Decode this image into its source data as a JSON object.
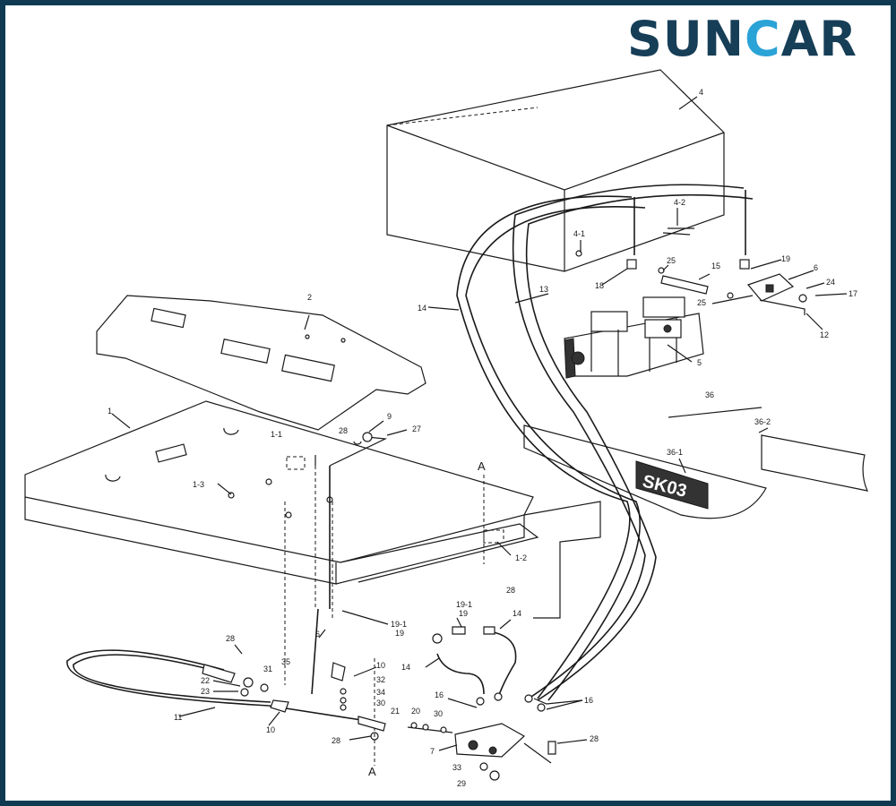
{
  "brand": {
    "name_part1": "SUN",
    "name_c": "C",
    "name_part2": "AR",
    "color_dark": "#163e57",
    "color_accent": "#2aa3d6",
    "frame_color": "#0f3a52"
  },
  "decal_text": "SK03",
  "labels": {
    "l4": "4",
    "l4_1": "4-1",
    "l4_2": "4-2",
    "l25a": "25",
    "l25b": "25",
    "l15": "15",
    "l19a": "19",
    "l6a": "6",
    "l24": "24",
    "l17": "17",
    "l12": "12",
    "l18": "18",
    "l13": "13",
    "l14a": "14",
    "l5": "5",
    "l2": "2",
    "l36": "36",
    "l36_2": "36-2",
    "l36_1": "36-1",
    "l1": "1",
    "l9": "9",
    "l28a": "28",
    "l27": "27",
    "l1_1": "1-1",
    "l1_3": "1-3",
    "lA1": "A",
    "l1_2": "1-2",
    "l28b": "28",
    "l19_1a": "19-1",
    "l6b": "6",
    "l19_1b": "19-1",
    "l19b": "19",
    "l19c": "19",
    "l14b": "14",
    "l14c": "14",
    "l28c": "28",
    "l31": "31",
    "l35": "35",
    "l22": "22",
    "l23": "23",
    "l10a": "10",
    "l32": "32",
    "l34": "34",
    "l30a": "30",
    "l11": "11",
    "l10b": "10",
    "l21": "21",
    "l20": "20",
    "l30b": "30",
    "l16a": "16",
    "l16b": "16",
    "l28d": "28",
    "l28e": "28",
    "l7": "7",
    "l33": "33",
    "l29": "29",
    "lA2": "A"
  }
}
